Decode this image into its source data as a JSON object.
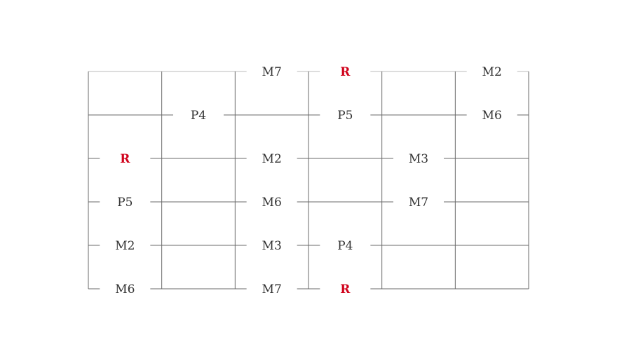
{
  "diagram": {
    "strings": 6,
    "frets": 6,
    "root_color": "#d0021b",
    "line_color": "#6a6a6a",
    "top_line_color": "#bbbbbb",
    "notes": [
      {
        "string": 0,
        "fret": 3,
        "label": "M7"
      },
      {
        "string": 0,
        "fret": 4,
        "label": "R",
        "root": true
      },
      {
        "string": 0,
        "fret": 6,
        "label": "M2"
      },
      {
        "string": 1,
        "fret": 2,
        "label": "P4"
      },
      {
        "string": 1,
        "fret": 4,
        "label": "P5"
      },
      {
        "string": 1,
        "fret": 6,
        "label": "M6"
      },
      {
        "string": 2,
        "fret": 1,
        "label": "R",
        "root": true
      },
      {
        "string": 2,
        "fret": 3,
        "label": "M2"
      },
      {
        "string": 2,
        "fret": 5,
        "label": "M3"
      },
      {
        "string": 3,
        "fret": 1,
        "label": "P5"
      },
      {
        "string": 3,
        "fret": 3,
        "label": "M6"
      },
      {
        "string": 3,
        "fret": 5,
        "label": "M7"
      },
      {
        "string": 4,
        "fret": 1,
        "label": "M2"
      },
      {
        "string": 4,
        "fret": 3,
        "label": "M3"
      },
      {
        "string": 4,
        "fret": 4,
        "label": "P4"
      },
      {
        "string": 5,
        "fret": 1,
        "label": "M6"
      },
      {
        "string": 5,
        "fret": 3,
        "label": "M7"
      },
      {
        "string": 5,
        "fret": 4,
        "label": "R",
        "root": true
      }
    ]
  }
}
